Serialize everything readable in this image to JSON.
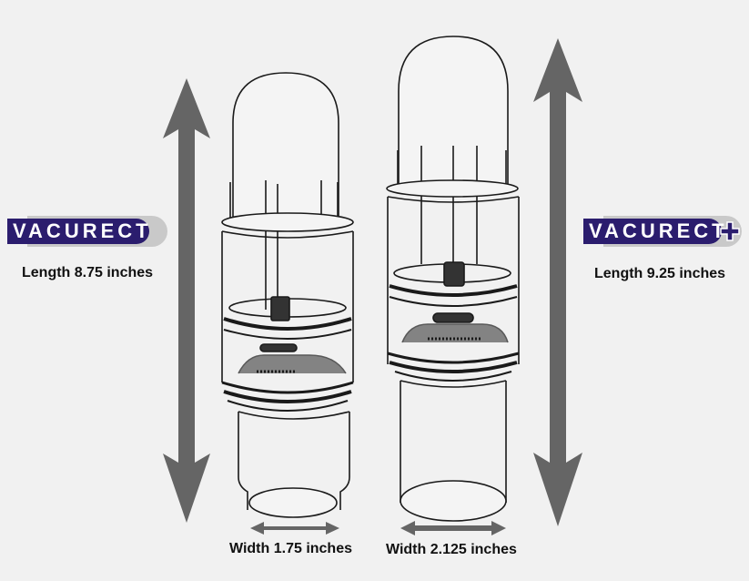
{
  "products": [
    {
      "brand": "VACURECT",
      "brand_suffix": "",
      "length_label": "Length 8.75 inches",
      "width_label": "Width 1.75 inches",
      "length_in": 8.75,
      "width_in": 1.75
    },
    {
      "brand": "VACURECT",
      "brand_suffix": "+",
      "length_label": "Length 9.25 inches",
      "width_label": "Width 2.125 inches",
      "length_in": 9.25,
      "width_in": 2.125
    }
  ],
  "colors": {
    "background": "#f1f1f1",
    "brand_navy": "#2b1d6e",
    "brand_shadow": "#c9c9c9",
    "arrow_gray": "#656565",
    "line_art": "#1a1a1a"
  },
  "icons": {
    "vertical_arrow": "double-headed-vertical-arrow",
    "horizontal_arrow": "double-headed-horizontal-arrow",
    "plus": "plus-sign"
  }
}
